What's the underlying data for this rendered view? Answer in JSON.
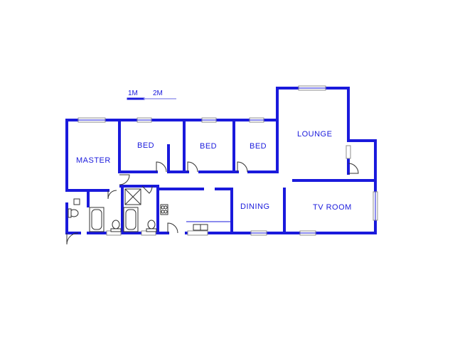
{
  "scale": {
    "label_1m": "1M",
    "label_2m": "2M"
  },
  "rooms": {
    "master": "MASTER",
    "bed_1": "BED",
    "bed_2": "BED",
    "bed_3": "BED",
    "lounge": "LOUNGE",
    "dining": "DINING",
    "tv_room": "TV ROOM"
  },
  "colors": {
    "wall": "#1a1adc",
    "window": "#8c8c8c",
    "fixture": "#333333"
  }
}
